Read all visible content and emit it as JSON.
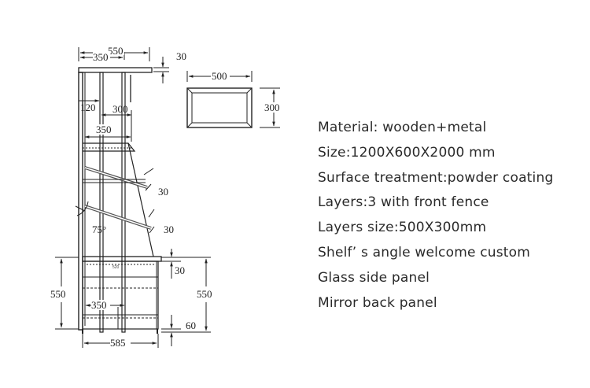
{
  "drawing": {
    "top_dims": {
      "width_550": "550",
      "width_350": "350",
      "thickness_30": "30",
      "shelf_500": "500",
      "shelf_300": "300"
    },
    "upper_dims": {
      "d120": "120",
      "d300": "300",
      "d350": "350"
    },
    "side_dims": {
      "angle_30_a": "30",
      "angle_30_b": "30",
      "angle_75": "75°",
      "small_label": "520"
    },
    "lower_dims": {
      "thick_30": "30",
      "height_left_550": "550",
      "height_right_550": "550",
      "base_60": "60",
      "inner_350": "350",
      "base_585": "585"
    }
  },
  "specs": [
    "Material: wooden+metal",
    "Size:1200X600X2000 mm",
    "Surface treatment:powder coating",
    "Layers:3 with front fence",
    "Layers size:500X300mm",
    "Shelf’ s angle welcome custom",
    "Glass side panel",
    "Mirror back panel"
  ]
}
